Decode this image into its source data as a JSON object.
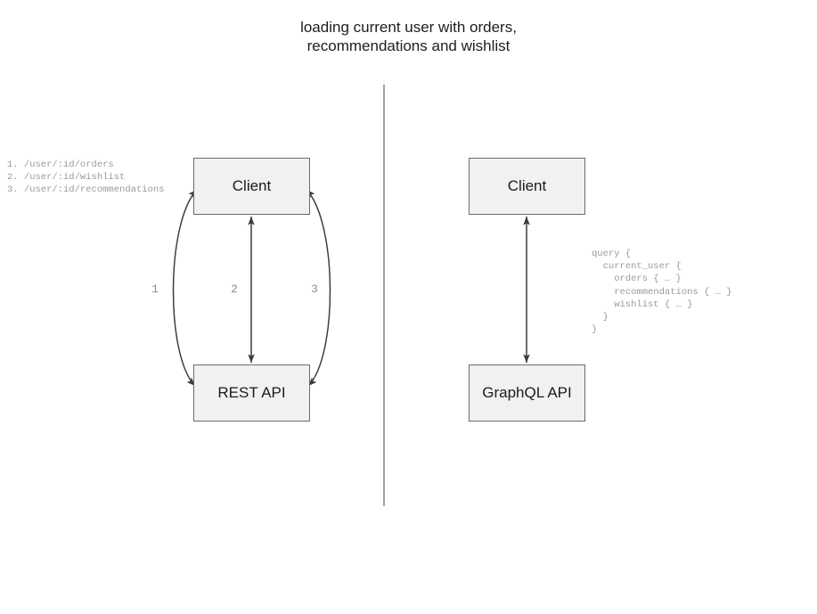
{
  "diagram": {
    "title": "loading current user with orders,\nrecommendations and wishlist",
    "background_color": "#ffffff",
    "node_fill_color": "#f1f1f1",
    "node_border_color": "#6b6b6b",
    "annotation_color": "#9a9a9a",
    "stroke_color": "#3c3c3c",
    "divider_color": "#8a8a8a"
  },
  "left_panel": {
    "name": "rest-approach",
    "client_node_label": "Client",
    "api_node_label": "REST API",
    "endpoint_list": "1. /user/:id/orders\n2. /user/:id/wishlist\n3. /user/:id/recommendations",
    "endpoints": [
      {
        "number": "1.",
        "path": "/user/:id/orders"
      },
      {
        "number": "2.",
        "path": "/user/:id/wishlist"
      },
      {
        "number": "3.",
        "path": "/user/:id/recommendations"
      }
    ],
    "arrow_labels": [
      {
        "id": "1",
        "label": "1",
        "shape": "curve-left",
        "direction": "bidirectional"
      },
      {
        "id": "2",
        "label": "2",
        "shape": "straight",
        "direction": "bidirectional"
      },
      {
        "id": "3",
        "label": "3",
        "shape": "curve-right",
        "direction": "bidirectional"
      }
    ]
  },
  "right_panel": {
    "name": "graphql-approach",
    "client_node_label": "Client",
    "api_node_label": "GraphQL API",
    "query_block": "query {\n  current_user {\n    orders { … }\n    recommendations { … }\n    wishlist { … }\n  }\n}",
    "query_lines": [
      "query {",
      "  current_user {",
      "    orders { … }",
      "    recommendations { … }",
      "    wishlist { … }",
      "  }",
      "}"
    ],
    "arrow": {
      "shape": "straight",
      "direction": "bidirectional"
    }
  }
}
